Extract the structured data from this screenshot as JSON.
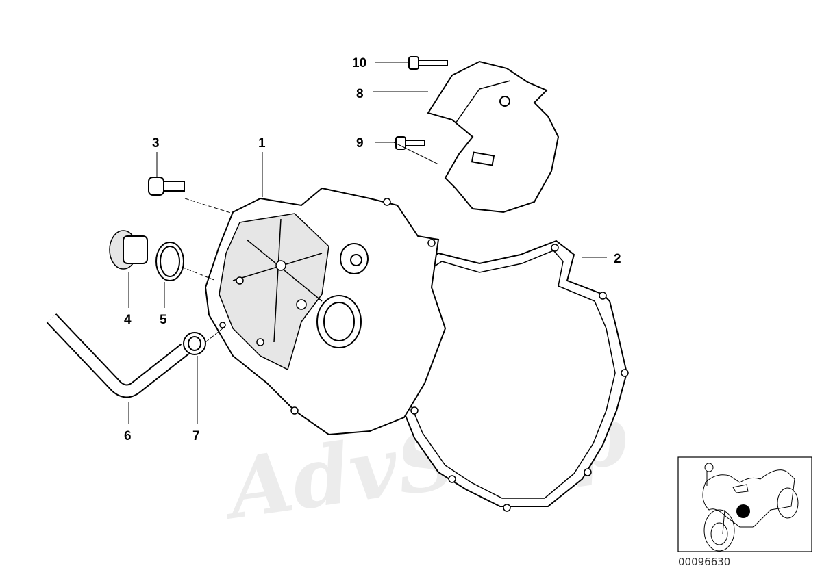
{
  "diagram": {
    "watermark": "AdvShop",
    "reference_number": "00096630",
    "callouts": [
      {
        "id": "1",
        "part": "housing-cover"
      },
      {
        "id": "2",
        "part": "gasket"
      },
      {
        "id": "3",
        "part": "bolt"
      },
      {
        "id": "4",
        "part": "screw-plug"
      },
      {
        "id": "5",
        "part": "sealing-ring"
      },
      {
        "id": "6",
        "part": "hose"
      },
      {
        "id": "7",
        "part": "hose-clamp"
      },
      {
        "id": "8",
        "part": "cover-plate"
      },
      {
        "id": "9",
        "part": "bolt"
      },
      {
        "id": "10",
        "part": "bolt"
      }
    ]
  }
}
